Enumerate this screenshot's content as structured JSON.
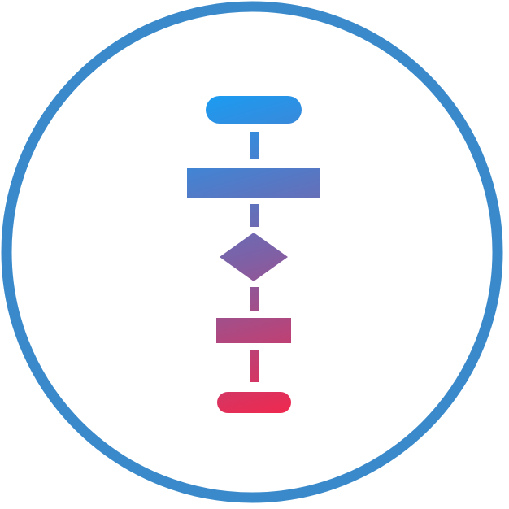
{
  "icon": {
    "name": "flowchart-icon",
    "ring_color": "#3a8acb",
    "gradient": {
      "start_color": "#1a9cf2",
      "mid_color": "#7b62a8",
      "end_color": "#f0284e"
    },
    "shapes": [
      {
        "kind": "terminator-start"
      },
      {
        "kind": "connector"
      },
      {
        "kind": "process"
      },
      {
        "kind": "connector"
      },
      {
        "kind": "decision"
      },
      {
        "kind": "connector"
      },
      {
        "kind": "process"
      },
      {
        "kind": "connector"
      },
      {
        "kind": "terminator-end"
      }
    ]
  }
}
